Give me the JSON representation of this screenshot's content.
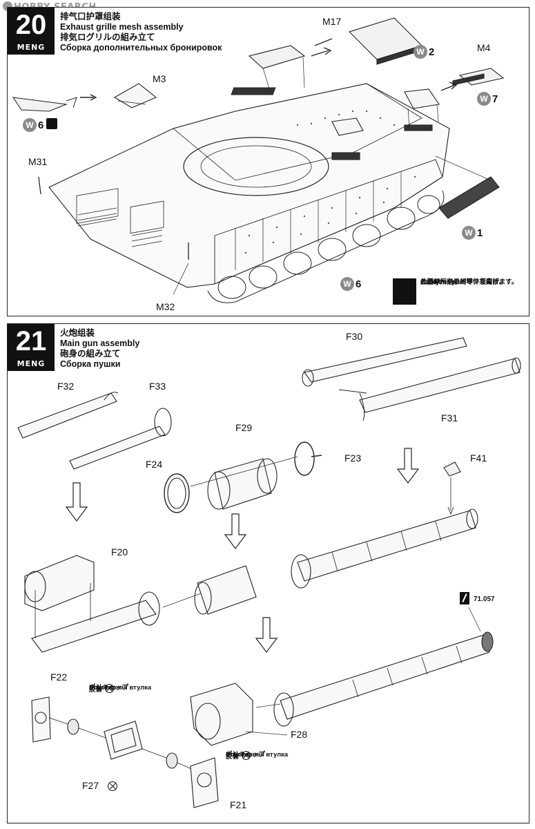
{
  "watermark": "HOBBY SEARCH",
  "brand": "MENG",
  "colors": {
    "ink": "#111111",
    "badge": "#8a8a8a",
    "page": "#ffffff"
  },
  "step20": {
    "number": "20",
    "title_cn": "排气口护罩组装",
    "title_en": "Exhaust grille mesh assembly",
    "title_jp": "排気ログリルの組み立て",
    "title_ru": "Сборка дополнительных бронировок",
    "labels": {
      "m17": "M17",
      "m4": "M4",
      "m3": "M3",
      "m31": "M31",
      "m32": "M32"
    },
    "badges": {
      "w2": "2",
      "w7": "7",
      "w6a": "6",
      "w1": "1",
      "w6b": "6",
      "w": "W"
    },
    "bend": {
      "cn": "此图标所指示的零件须弯折。",
      "en": "Bend this part.",
      "jp": "このマークのパーツを曲げます。",
      "ru": "Согнуть."
    }
  },
  "step21": {
    "number": "21",
    "title_cn": "火炮组装",
    "title_en": "Main gun assembly",
    "title_jp": "砲身の組み立て",
    "title_ru": "Сборка пушки",
    "labels": {
      "f30": "F30",
      "f31": "F31",
      "f32": "F32",
      "f33": "F33",
      "f29": "F29",
      "f23": "F23",
      "f24": "F24",
      "f41": "F41",
      "f20": "F20",
      "f22": "F22",
      "f27": "F27",
      "f28": "F28",
      "f21": "F21"
    },
    "paint_code": "71.057",
    "polycap": {
      "cn": "胶套",
      "en": "Poly cap",
      "jp": "ポリキャップ",
      "ru": "Эластичная втулка"
    }
  }
}
